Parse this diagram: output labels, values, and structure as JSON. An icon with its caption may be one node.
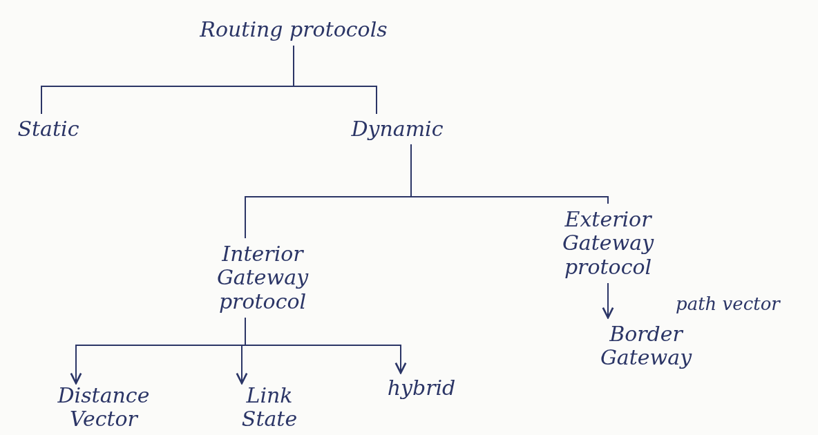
{
  "diagram": {
    "nodes": [
      {
        "text": [
          "Routing protocols"
        ]
      },
      {
        "text": [
          "Static"
        ]
      },
      {
        "text": [
          "Dynamic"
        ]
      },
      {
        "text": [
          "Interior Gateway protocol"
        ]
      },
      {
        "text": [
          "Exterior Gateway protocol"
        ]
      },
      {
        "text": [
          "Distance Vector"
        ]
      },
      {
        "text": [
          "Link State"
        ]
      },
      {
        "text": [
          "hybrid"
        ]
      },
      {
        "text": [
          "Border Gateway"
        ]
      }
    ],
    "edges": [
      {
        "from": 0,
        "to": 1,
        "arrow": "none"
      },
      {
        "from": 0,
        "to": 2,
        "arrow": "none"
      },
      {
        "from": 2,
        "to": 3,
        "arrow": "none"
      },
      {
        "from": 2,
        "to": 4,
        "arrow": "none"
      },
      {
        "from": 3,
        "to": 5,
        "arrow": "to"
      },
      {
        "from": 3,
        "to": 6,
        "arrow": "to"
      },
      {
        "from": 3,
        "to": 7,
        "arrow": "to"
      },
      {
        "from": 4,
        "to": 8,
        "arrow": "to",
        "label": "path vector"
      }
    ]
  }
}
